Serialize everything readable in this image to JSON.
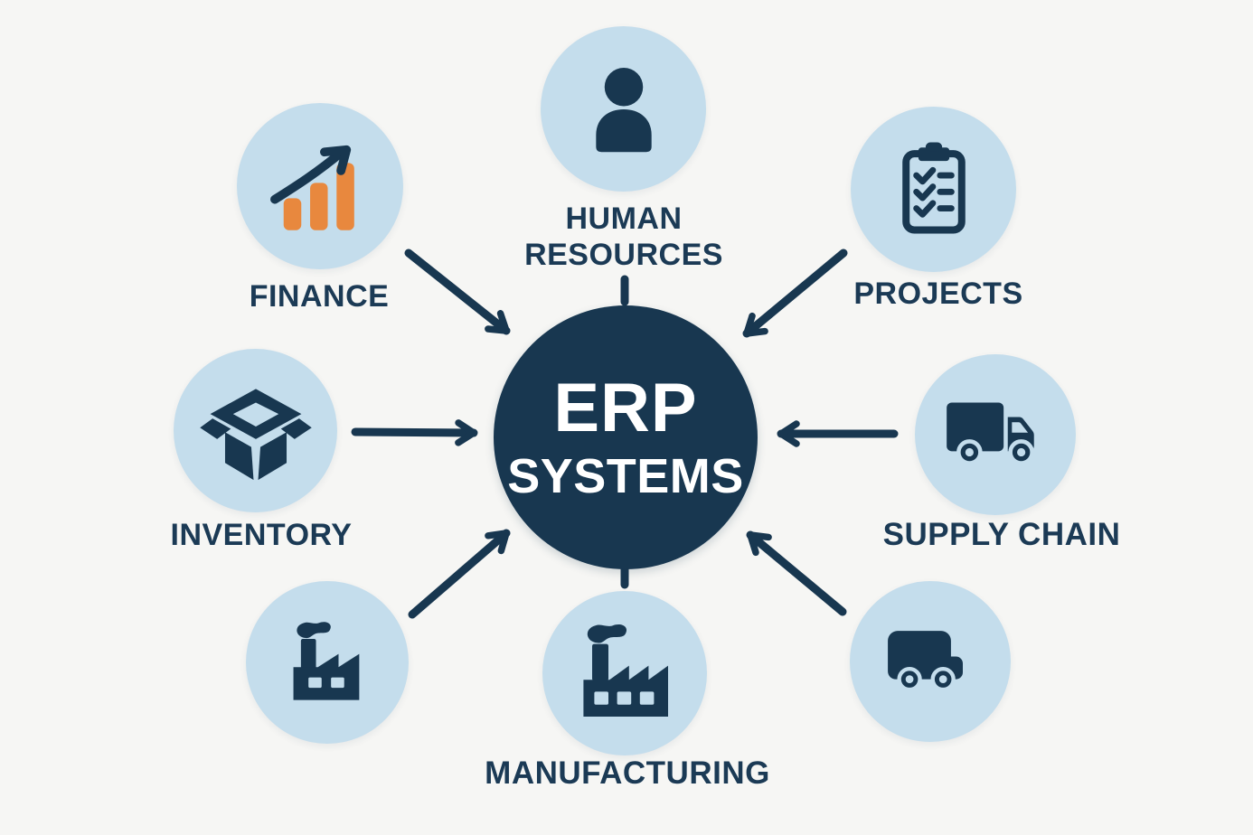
{
  "diagram": {
    "center": {
      "title_line1": "ERP",
      "title_line2": "SYSTEMS"
    },
    "nodes": [
      {
        "id": "finance",
        "label": "FINANCE",
        "icon": "growth-chart-icon"
      },
      {
        "id": "human-resources",
        "label_line1": "HUMAN",
        "label_line2": "RESOURCES",
        "icon": "person-icon"
      },
      {
        "id": "projects",
        "label": "PROJECTS",
        "icon": "clipboard-checklist-icon"
      },
      {
        "id": "inventory",
        "label": "INVENTORY",
        "icon": "open-box-icon"
      },
      {
        "id": "supply-chain",
        "label": "SUPPLY CHAIN",
        "icon": "delivery-truck-icon"
      },
      {
        "id": "factory",
        "icon": "factory-icon"
      },
      {
        "id": "manufacturing",
        "label": "MANUFACTURING",
        "icon": "factory-icon"
      },
      {
        "id": "delivery-van",
        "icon": "delivery-van-icon"
      }
    ],
    "colors": {
      "background": "#f6f6f4",
      "navy": "#183750",
      "circle_blue": "#c4ddec",
      "orange": "#e8883e",
      "center_text": "#ffffff"
    }
  }
}
